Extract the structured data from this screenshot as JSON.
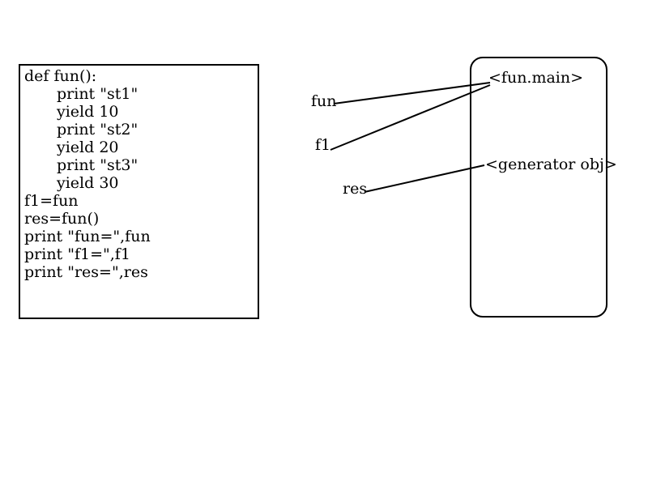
{
  "code": {
    "lines": [
      "def fun():",
      "print \"st1\"",
      "yield 10",
      "print \"st2\"",
      "yield 20",
      "print \"st3\"",
      "yield 30",
      "f1=fun",
      "res=fun()",
      "print \"fun=\",fun",
      "print \"f1=\",f1",
      "print \"res=\",res"
    ]
  },
  "variables": {
    "fun": "fun",
    "f1": "f1",
    "res": "res"
  },
  "objects": {
    "function": "<fun.main>",
    "generator": "<generator obj>"
  }
}
